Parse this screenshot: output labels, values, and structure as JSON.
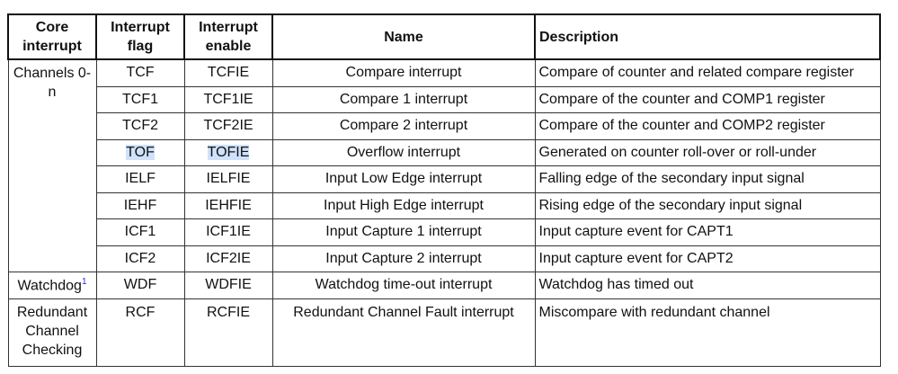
{
  "headers": {
    "core": "Core interrupt",
    "flag": "Interrupt flag",
    "enable": "Interrupt enable",
    "name": "Name",
    "description": "Description"
  },
  "rows": [
    {
      "core": "Channels 0-n",
      "flag": "TCF",
      "enable": "TCFIE",
      "name": "Compare interrupt",
      "description": "Compare of counter and related compare register"
    },
    {
      "flag": "TCF1",
      "enable": "TCF1IE",
      "name": "Compare 1 interrupt",
      "description": "Compare of the counter and COMP1 register"
    },
    {
      "flag": "TCF2",
      "enable": "TCF2IE",
      "name": "Compare 2 interrupt",
      "description": "Compare of the counter and COMP2 register"
    },
    {
      "flag": "TOF",
      "enable": "TOFIE",
      "name": "Overflow interrupt",
      "description": "Generated on counter roll-over or roll-under"
    },
    {
      "flag": "IELF",
      "enable": "IELFIE",
      "name": "Input Low Edge interrupt",
      "description": "Falling edge of the secondary input signal"
    },
    {
      "flag": "IEHF",
      "enable": "IEHFIE",
      "name": "Input High Edge interrupt",
      "description": "Rising edge of the secondary input signal"
    },
    {
      "flag": "ICF1",
      "enable": "ICF1IE",
      "name": "Input Capture 1 interrupt",
      "description": "Input capture event for CAPT1"
    },
    {
      "flag": "ICF2",
      "enable": "ICF2IE",
      "name": "Input Capture 2 interrupt",
      "description": "Input capture event for CAPT2"
    },
    {
      "core": "Watchdog",
      "footnote": "1",
      "flag": "WDF",
      "enable": "WDFIE",
      "name": "Watchdog time-out interrupt",
      "description": "Watchdog has timed out"
    },
    {
      "core": "Redundant Channel Checking",
      "flag": "RCF",
      "enable": "RCFIE",
      "name": "Redundant Channel Fault interrupt",
      "description": "Miscompare with redundant channel"
    }
  ],
  "highlight_color": "#cfe2fb"
}
